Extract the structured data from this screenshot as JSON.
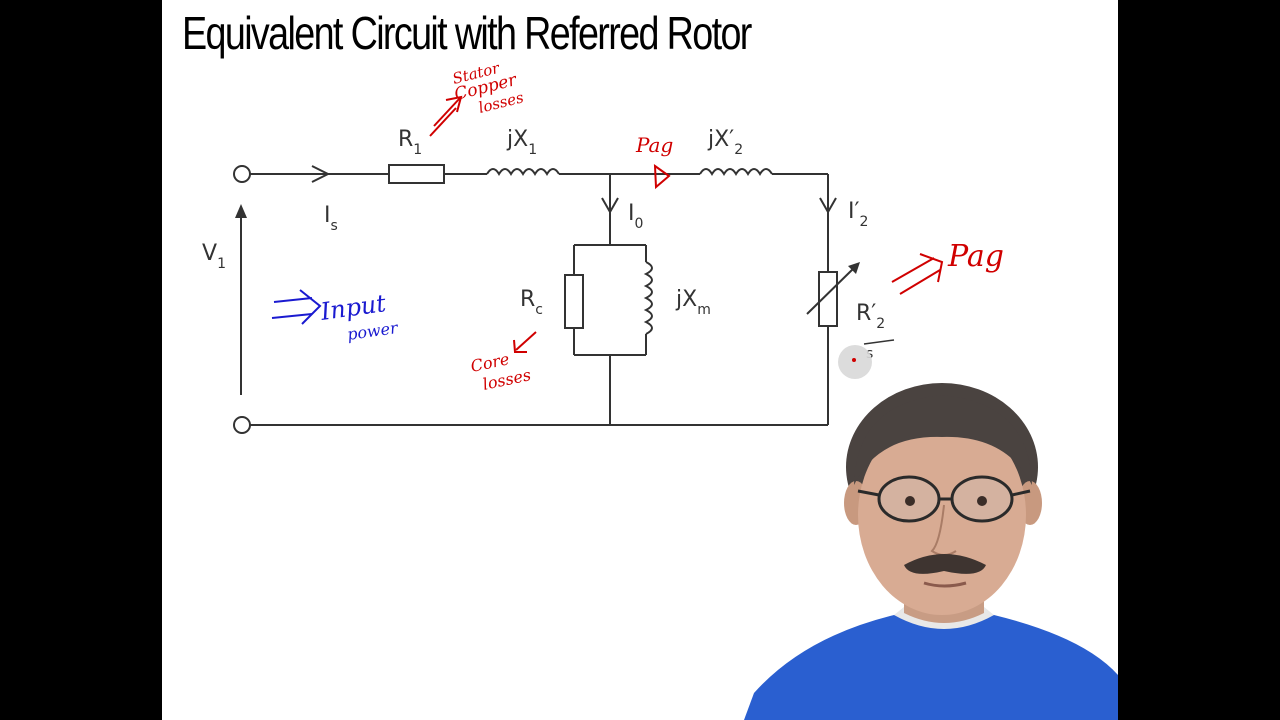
{
  "title": "Equivalent Circuit with Referred Rotor",
  "labels": {
    "r1": "R",
    "r1_sub": "1",
    "jx1": "jX",
    "jx1_sub": "1",
    "jx2": "jX′",
    "jx2_sub": "2",
    "is": "I",
    "is_sub": "s",
    "i0": "I",
    "i0_sub": "0",
    "i2": "I′",
    "i2_sub": "2",
    "v1": "V",
    "v1_sub": "1",
    "rc": "R",
    "rc_sub": "c",
    "jxm": "jX",
    "jxm_sub": "m",
    "r2": "R′",
    "r2_sub": "2",
    "s": "s"
  },
  "annotations": {
    "stator_line1": "Stator",
    "stator_line2": "Copper",
    "stator_line3": "losses",
    "pag_top": "Pag",
    "pag_right": "Pag",
    "input_line1": "Input",
    "input_line2": "power",
    "core_line1": "Core",
    "core_line2": "losses"
  },
  "colors": {
    "wire": "#333333",
    "annotation_red": "#d00000",
    "annotation_blue": "#1a1ad0",
    "shirt": "#2a5fd0"
  }
}
